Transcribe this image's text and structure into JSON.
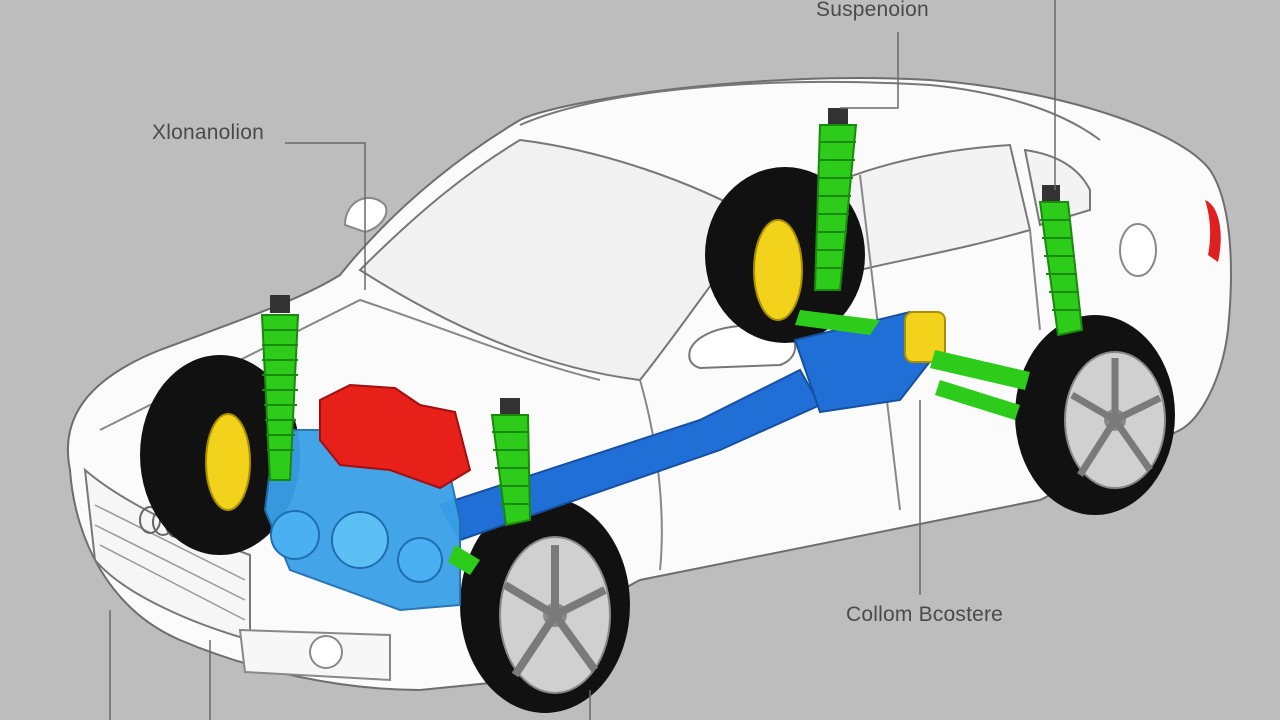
{
  "labels": {
    "top": "Suspenoion",
    "left": "Xlonanolion",
    "bottom": "Collom Bcostere"
  },
  "colors": {
    "background": "#bdbdbd",
    "body_fill": "#fbfbfb",
    "outline": "#6e6e6e",
    "suspension_spring": "#2ecc1a",
    "drivetrain": "#1f6fd6",
    "engine_block": "#3aa0e8",
    "engine_head": "#e8201a",
    "brake_caliper": "#f2d21a",
    "tire": "#111111",
    "rim": "#c9c9c9"
  },
  "icons": {
    "emblem": "brand-emblem-icon"
  }
}
